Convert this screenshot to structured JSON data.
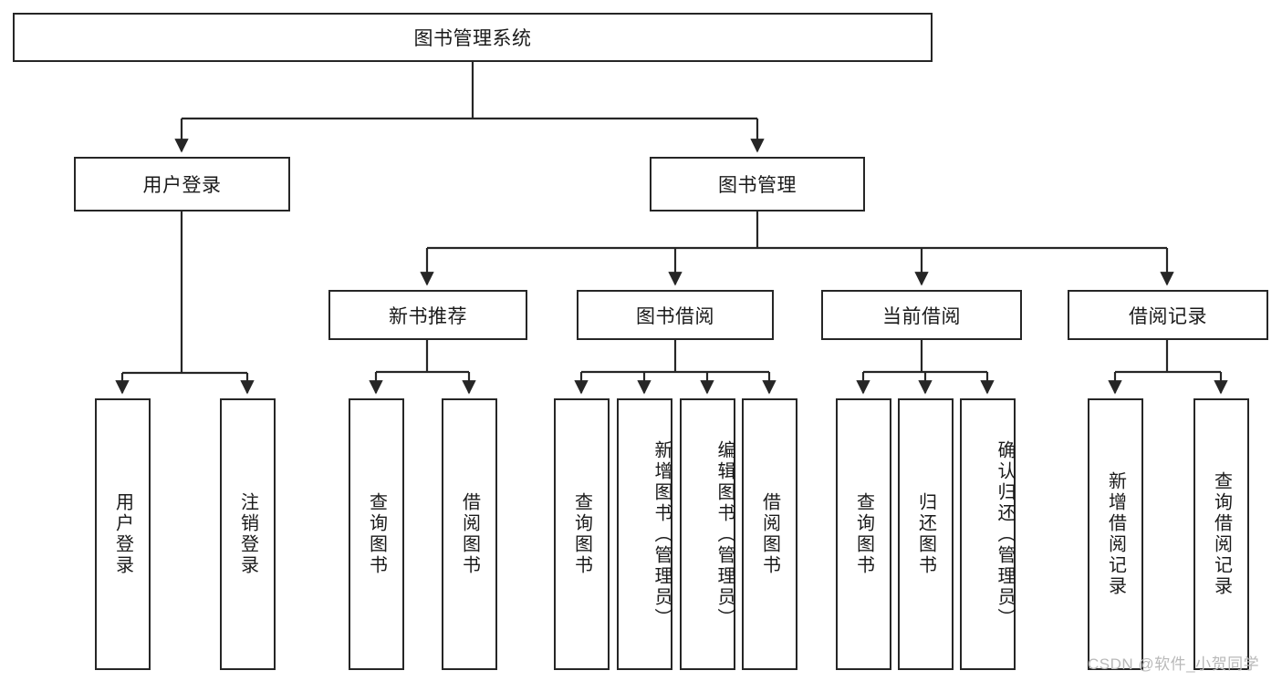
{
  "diagram": {
    "title": "图书管理系统",
    "type": "tree-hierarchy",
    "root": {
      "id": "root",
      "label": "图书管理系统"
    },
    "level2": [
      {
        "id": "user-login",
        "label": "用户登录"
      },
      {
        "id": "book-management",
        "label": "图书管理"
      }
    ],
    "level3": [
      {
        "id": "new-book-recommend",
        "label": "新书推荐",
        "parent": "book-management"
      },
      {
        "id": "book-borrow",
        "label": "图书借阅",
        "parent": "book-management"
      },
      {
        "id": "current-borrow",
        "label": "当前借阅",
        "parent": "book-management"
      },
      {
        "id": "borrow-record",
        "label": "借阅记录",
        "parent": "book-management"
      }
    ],
    "leaves": [
      {
        "id": "leaf-user-login",
        "label": "用户登录",
        "parent": "user-login"
      },
      {
        "id": "leaf-logout",
        "label": "注销登录",
        "parent": "user-login"
      },
      {
        "id": "leaf-query-book-1",
        "label": "查询图书",
        "parent": "new-book-recommend"
      },
      {
        "id": "leaf-borrow-book-1",
        "label": "借阅图书",
        "parent": "new-book-recommend"
      },
      {
        "id": "leaf-query-book-2",
        "label": "查询图书",
        "parent": "book-borrow"
      },
      {
        "id": "leaf-add-book",
        "label": "新增图书（管理员）",
        "parent": "book-borrow"
      },
      {
        "id": "leaf-edit-book",
        "label": "编辑图书（管理员）",
        "parent": "book-borrow"
      },
      {
        "id": "leaf-borrow-book-2",
        "label": "借阅图书",
        "parent": "book-borrow"
      },
      {
        "id": "leaf-query-book-3",
        "label": "查询图书",
        "parent": "current-borrow"
      },
      {
        "id": "leaf-return-book",
        "label": "归还图书",
        "parent": "current-borrow"
      },
      {
        "id": "leaf-confirm-return",
        "label": "确认归还（管理员）",
        "parent": "current-borrow"
      },
      {
        "id": "leaf-add-record",
        "label": "新增借阅记录",
        "parent": "borrow-record"
      },
      {
        "id": "leaf-query-record",
        "label": "查询借阅记录",
        "parent": "borrow-record"
      }
    ]
  },
  "watermark": {
    "text": "CSDN @软件_小贺同学"
  },
  "colors": {
    "stroke": "#262626",
    "fill": "#ffffff",
    "text": "#1a1a1a",
    "watermark": "#b9b9b9"
  }
}
